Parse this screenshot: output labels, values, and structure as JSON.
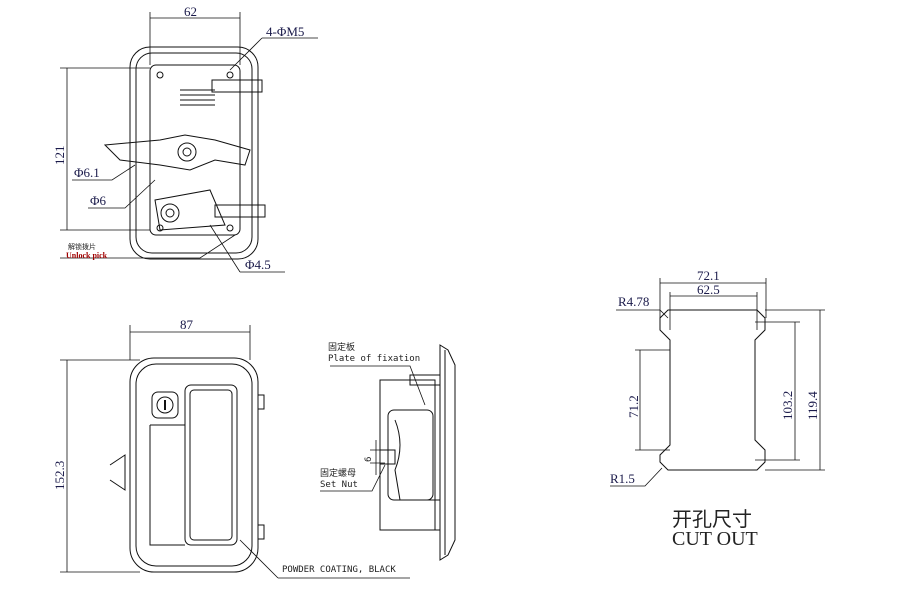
{
  "top_view": {
    "dim_width": "62",
    "dim_height": "121",
    "hole_label": "4-ΦM5",
    "dia1": "Φ6.1",
    "dia2": "Φ6",
    "dia3": "Φ4.5",
    "unlock_cn": "解锁拨片",
    "unlock_en": "Unlock pick"
  },
  "front_view": {
    "dim_width": "87",
    "dim_height": "152.3",
    "finish": "POWDER COATING, BLACK"
  },
  "side_view": {
    "plate_cn": "固定板",
    "plate_en": "Plate of fixation",
    "nut_cn": "固定螺母",
    "nut_en": "Set Nut",
    "dim_nut": "6"
  },
  "cutout": {
    "dim_outer_width": "72.1",
    "dim_inner_width": "62.5",
    "dim_left_height": "71.2",
    "dim_inner_height": "103.2",
    "dim_outer_height": "119.4",
    "radius_top": "R4.78",
    "radius_bottom": "R1.5",
    "title_cn": "开孔尺寸",
    "title_en": "CUT OUT"
  }
}
